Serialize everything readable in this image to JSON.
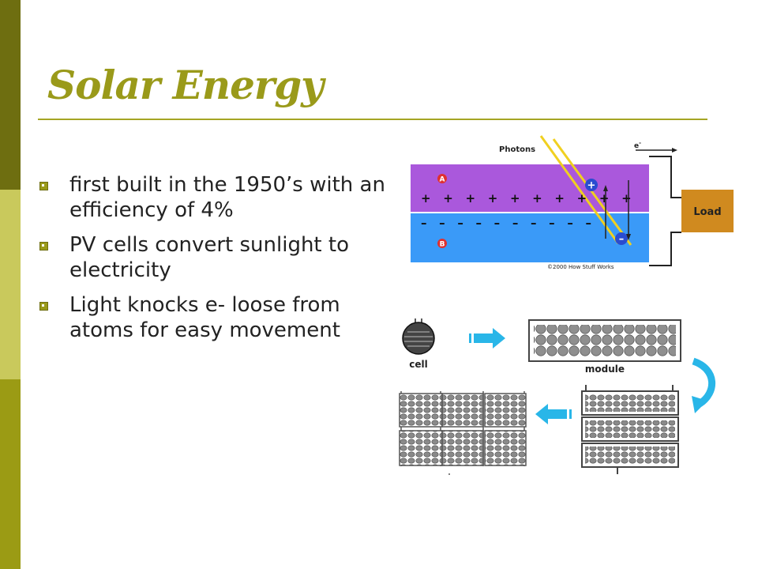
{
  "slide": {
    "title": "Solar Energy",
    "bullets": [
      "first built in the 1950’s with an efficiency of 4%",
      "PV cells convert sunlight to electricity",
      "Light knocks e- loose from atoms for easy movement"
    ]
  },
  "pv_diagram": {
    "photons_label": "Photons",
    "electron_label": "e",
    "electron_superscript": "-",
    "load_label": "Load",
    "layer_a_label": "A",
    "layer_b_label": "B",
    "plus_row": "+   +   +   +   +   +   +   +   +   +",
    "minus_row": "–   –   –   –   –   –   –   –   –   –",
    "hole_symbol": "+",
    "electron_symbol": "–",
    "copyright": "©2000 How Stuff Works"
  },
  "assembly_diagram": {
    "cell_label": "cell",
    "module_label": "module"
  },
  "colors": {
    "accent": "#9a9a1a",
    "sidebar_dark": "#6e6e10",
    "sidebar_light": "#c9c95c",
    "layer_a": "#aa58dc",
    "layer_b": "#3a9af8",
    "load_box": "#d08a1f",
    "arrow_cyan": "#29b6e8"
  }
}
